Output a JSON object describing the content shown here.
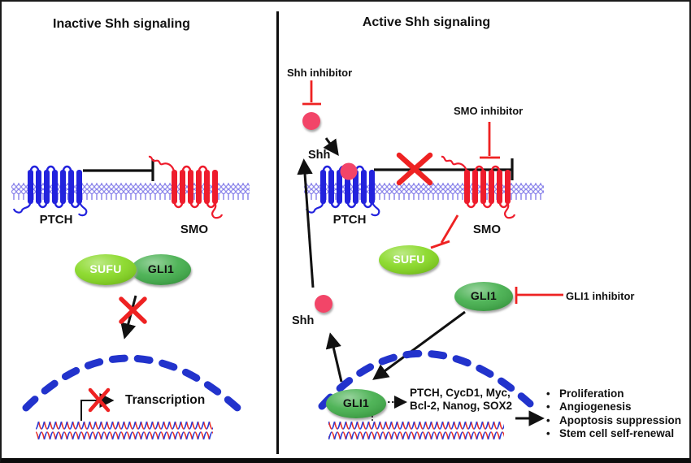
{
  "panels": {
    "left": {
      "title": "Inactive Shh signaling",
      "labels": {
        "ptch": "PTCH",
        "smo": "SMO",
        "sufu": "SUFU",
        "gli1": "GLI1",
        "transcription": "Transcription"
      }
    },
    "right": {
      "title": "Active Shh signaling",
      "labels": {
        "shh_inhibitor": "Shh inhibitor",
        "smo_inhibitor": "SMO inhibitor",
        "gli1_inhibitor": "GLI1 inhibitor",
        "shh_top": "Shh",
        "shh_bottom": "Shh",
        "ptch": "PTCH",
        "smo": "SMO",
        "sufu": "SUFU",
        "gli1": "GLI1",
        "gli1_nuclear": "GLI1",
        "target_genes_line1": "PTCH, CycD1, Myc,",
        "target_genes_line2": "Bcl-2, Nanog, SOX2"
      },
      "outcomes_bullet": "•",
      "outcomes": [
        "Proliferation",
        "Angiogenesis",
        "Apoptosis suppression",
        "Stem cell self-renewal"
      ]
    }
  },
  "colors": {
    "ink": "#111111",
    "membrane": "#7b74e8",
    "ptch": "#2222dd",
    "smo": "#ee1c2c",
    "shh": "#f24468",
    "sufu": "#86d822",
    "gli1": "#43ae4b",
    "nucleus": "#2233cc",
    "inhibit": "#ee2222",
    "dna_red": "#e8312a",
    "dna_blue": "#2b3bd6"
  }
}
